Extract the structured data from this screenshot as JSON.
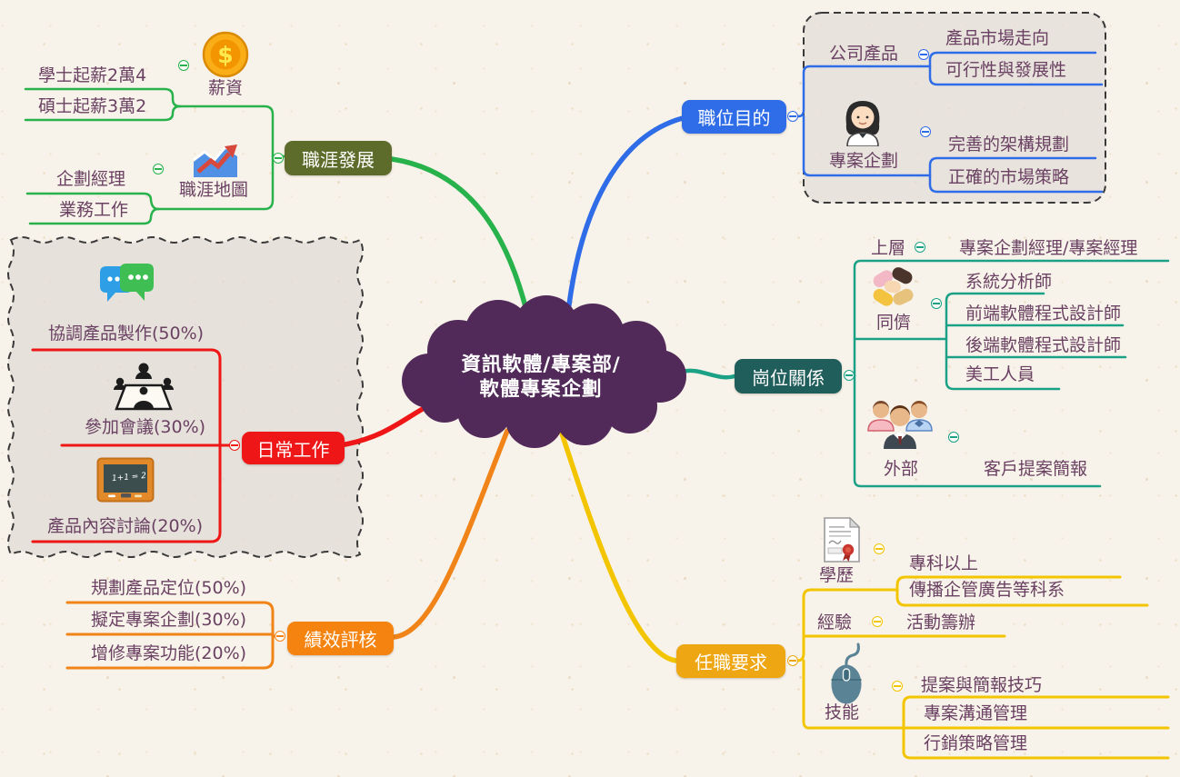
{
  "canvas": {
    "background": "#f8f3ea"
  },
  "central_topic": {
    "line1": "資訊軟體/專案部/",
    "line2": "軟體專案企劃",
    "fill_color": "#522a5a",
    "text_color": "#ffffff"
  },
  "branches": {
    "career": {
      "label": "職涯發展",
      "node_color": "#5d6b2b",
      "line_color": "#27b24b",
      "salary": {
        "label": "薪資",
        "icon": "coin-dollar",
        "icon_char": "$",
        "items": [
          {
            "label": "學士起薪2萬4"
          },
          {
            "label": "碩士起薪3萬2"
          }
        ]
      },
      "career_map": {
        "label": "職涯地圖",
        "icon": "growth-chart",
        "items": [
          {
            "label": "企劃經理"
          },
          {
            "label": "業務工作"
          }
        ]
      }
    },
    "purpose": {
      "label": "職位目的",
      "node_color": "#2f6ce8",
      "line_color": "#2f6ce8",
      "boundary": "dashed-rounded-rect",
      "company_products": {
        "label": "公司產品",
        "items": [
          {
            "label": "產品市場走向"
          },
          {
            "label": "可行性與發展性"
          }
        ]
      },
      "project_planning": {
        "label": "專案企劃",
        "icon": "woman-avatar",
        "items": [
          {
            "label": "完善的架構規劃"
          },
          {
            "label": "正確的市場策略"
          }
        ]
      }
    },
    "daily": {
      "label": "日常工作",
      "node_color": "#ee1616",
      "line_color": "#ee1616",
      "boundary": "dashed-wave-rect",
      "items": [
        {
          "label": "協調產品製作(50%)",
          "icon": "chat-bubbles"
        },
        {
          "label": "參加會議(30%)",
          "icon": "meeting-table"
        },
        {
          "label": "產品內容討論(20%)",
          "icon": "blackboard",
          "board_text": "1+1 = 2"
        }
      ]
    },
    "relations": {
      "label": "崗位關係",
      "node_color": "#205e5c",
      "line_color": "#1aa186",
      "upper": {
        "label": "上層",
        "items": [
          {
            "label": "專案企劃經理/專案經理"
          }
        ]
      },
      "peers": {
        "label": "同儕",
        "icon": "hands-together",
        "items": [
          {
            "label": "系統分析師"
          },
          {
            "label": "前端軟體程式設計師"
          },
          {
            "label": "後端軟體程式設計師"
          },
          {
            "label": "美工人員"
          }
        ]
      },
      "external": {
        "label": "外部",
        "icon": "business-people",
        "items": [
          {
            "label": "客戶提案簡報"
          }
        ]
      }
    },
    "performance": {
      "label": "績效評核",
      "node_color": "#f5830f",
      "line_color": "#f08418",
      "items": [
        {
          "label": "規劃產品定位(50%)"
        },
        {
          "label": "擬定專案企劃(30%)"
        },
        {
          "label": "增修專案功能(20%)"
        }
      ]
    },
    "requirements": {
      "label": "任職要求",
      "node_color": "#eea612",
      "line_color": "#f2c500",
      "education": {
        "label": "學歷",
        "icon": "certificate",
        "items": [
          {
            "label": "專科以上"
          },
          {
            "label": "傳播企管廣告等科系"
          }
        ]
      },
      "experience": {
        "label": "經驗",
        "items": [
          {
            "label": "活動籌辦"
          }
        ]
      },
      "skills": {
        "label": "技能",
        "icon": "computer-mouse",
        "items": [
          {
            "label": "提案與簡報技巧"
          },
          {
            "label": "專案溝通管理"
          },
          {
            "label": "行銷策略管理"
          }
        ]
      }
    }
  }
}
